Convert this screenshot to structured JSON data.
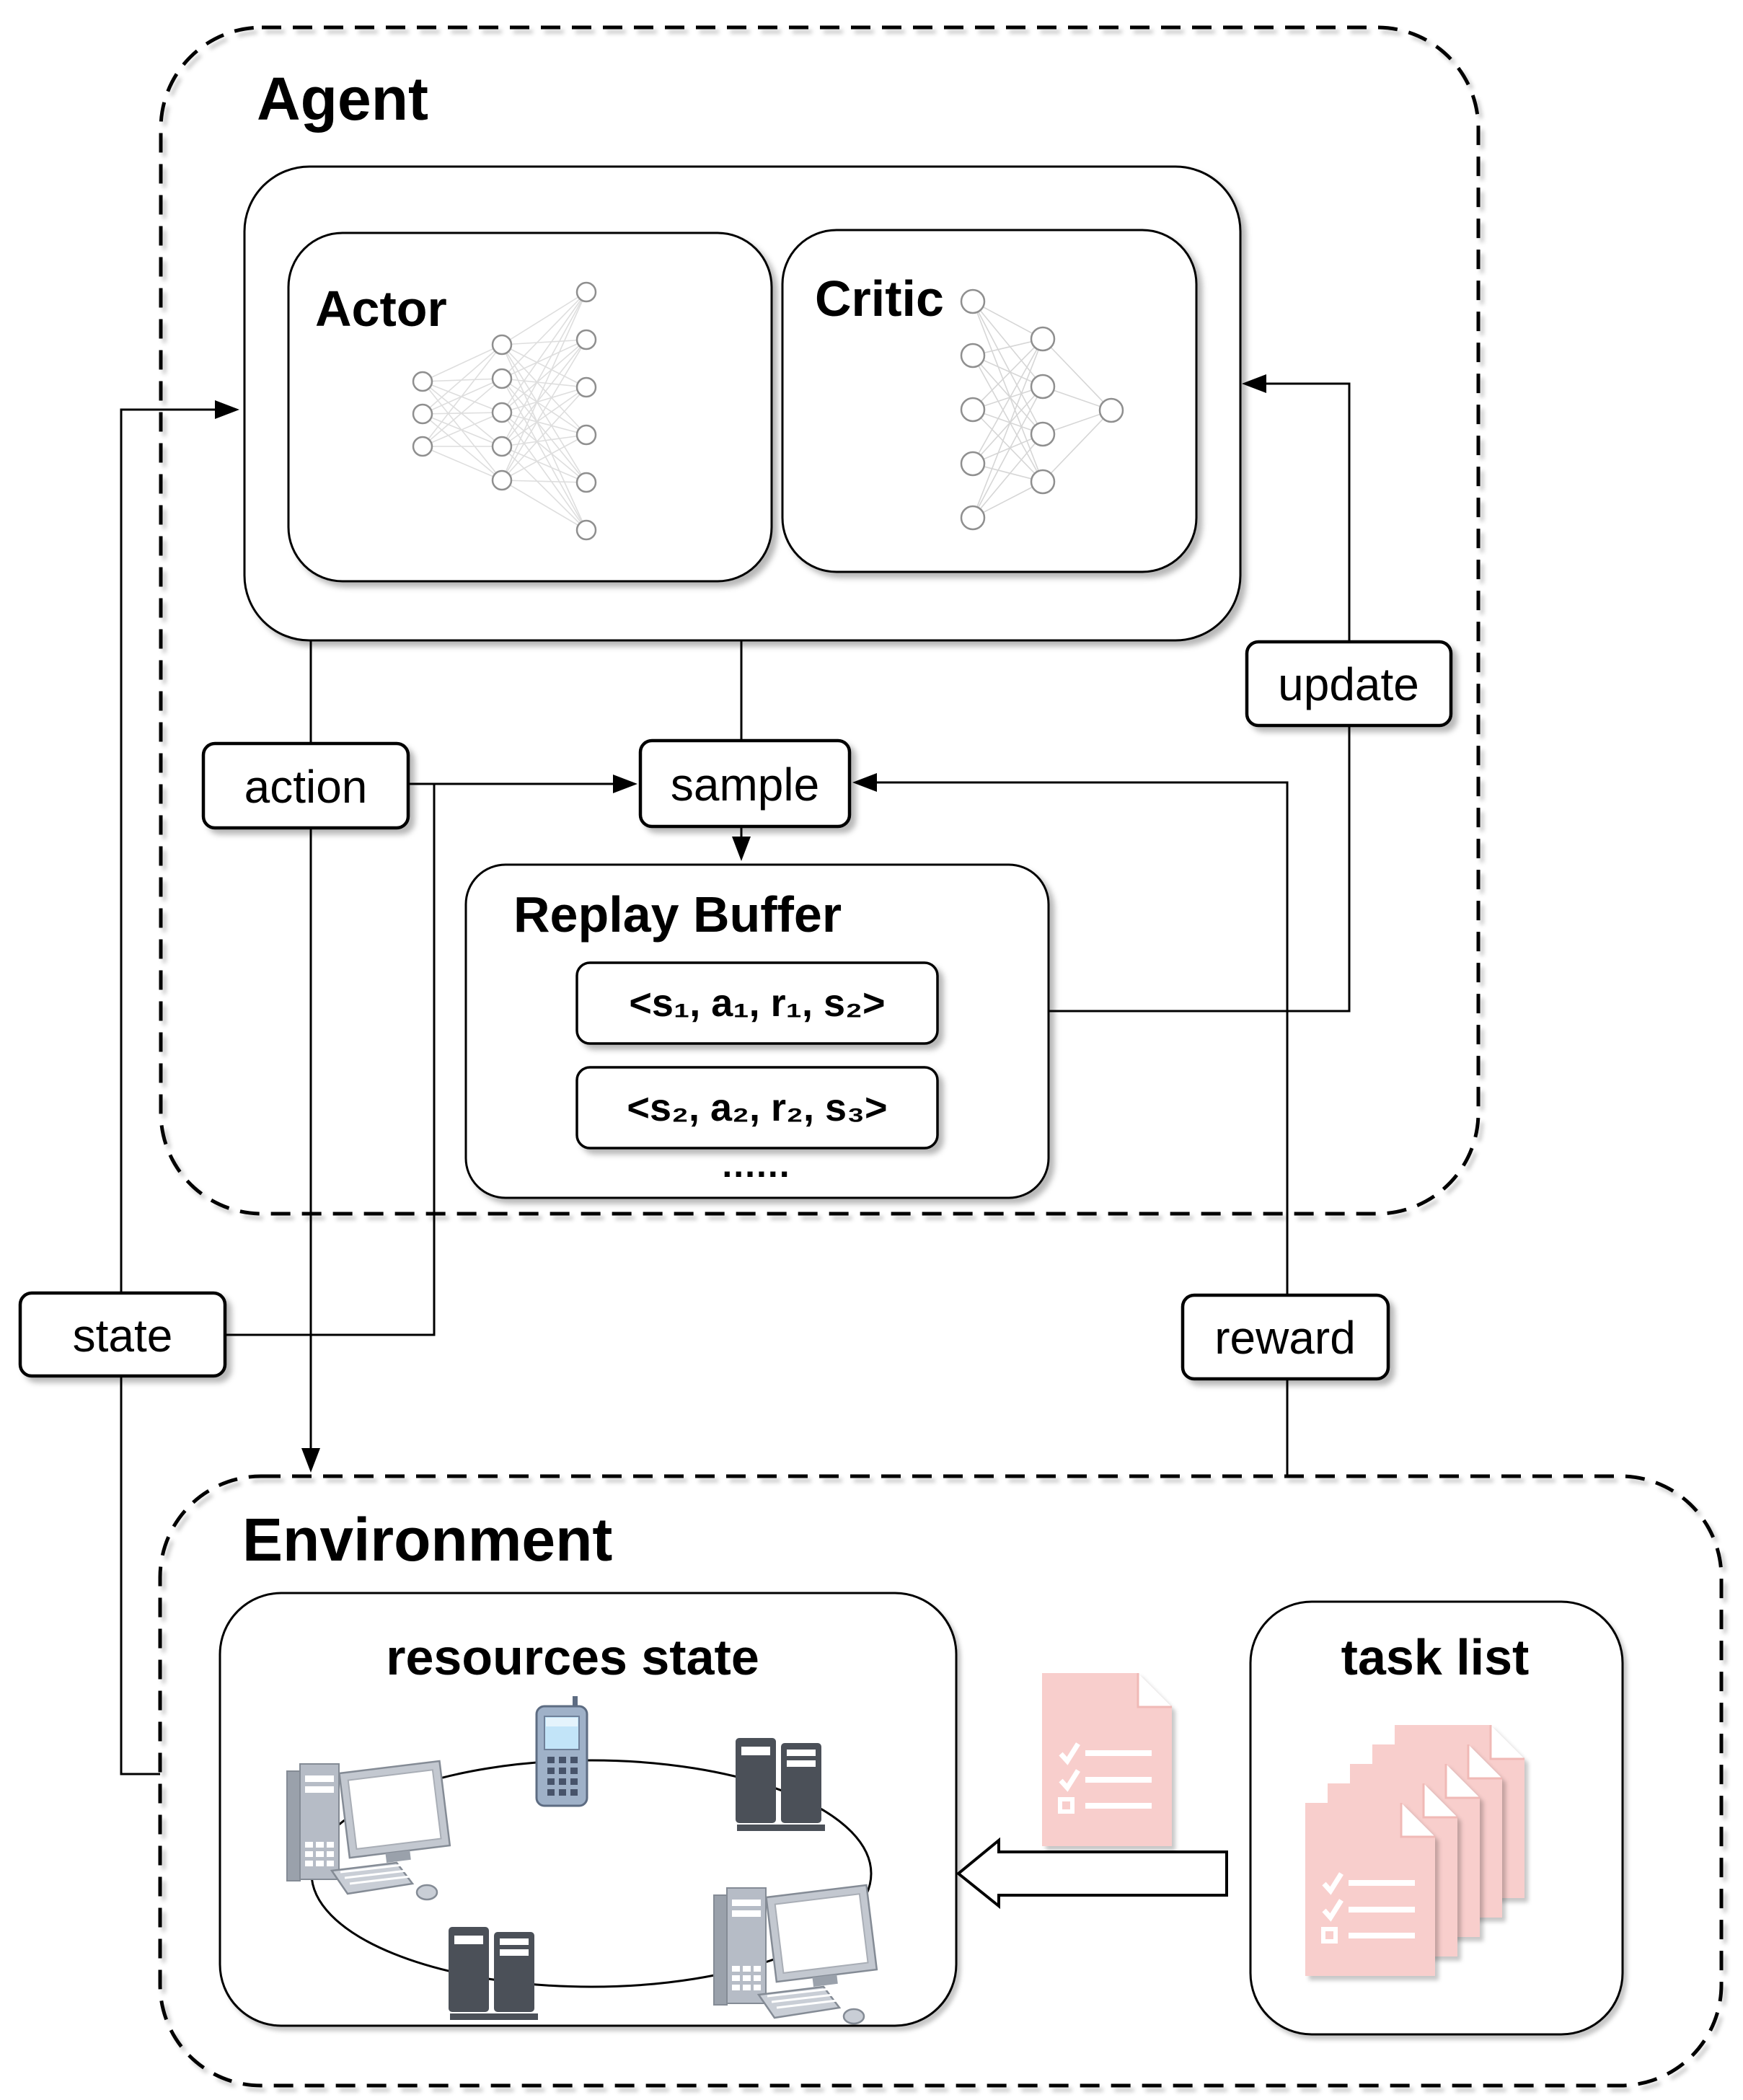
{
  "figure": {
    "agent": {
      "title": "Agent",
      "actor": {
        "title": "Actor",
        "network_layers": [
          3,
          5,
          6
        ]
      },
      "critic": {
        "title": "Critic",
        "network_layers": [
          5,
          4,
          1
        ]
      },
      "replay_buffer": {
        "title": "Replay Buffer",
        "entries": [
          "<s₁, a₁, r₁, s₂>",
          "<s₂, a₂, r₂, s₃>"
        ],
        "ellipsis": "......"
      }
    },
    "flow_labels": {
      "action": "action",
      "sample": "sample",
      "update": "update",
      "state": "state",
      "reward": "reward"
    },
    "environment": {
      "title": "Environment",
      "resources_state": {
        "title": "resources state",
        "devices": [
          "desktop-computer",
          "mobile-phone",
          "server-rack",
          "server-rack",
          "desktop-computer"
        ]
      },
      "task_list": {
        "title": "task list",
        "stacked_documents": 5
      }
    },
    "colors": {
      "document_pink": "#f8cecc",
      "stroke_black": "#000000",
      "server_dark_gray": "#4b5058",
      "device_light_gray": "#b6bcc6",
      "phone_screen_blue": "#c2e4f8",
      "network_edge_gray": "#dedede"
    }
  }
}
